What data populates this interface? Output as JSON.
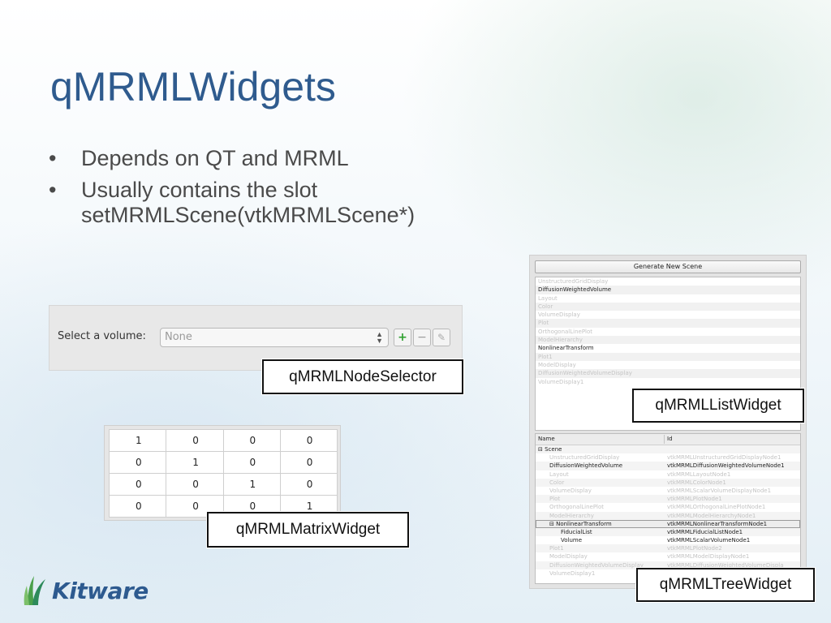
{
  "slide": {
    "title": "qMRMLWidgets",
    "bullets": [
      "Depends on QT and MRML",
      "Usually contains the slot setMRMLScene(vtkMRMLScene*)"
    ],
    "bullet_glyph": "•"
  },
  "node_selector": {
    "label": "Select a volume:",
    "value": "None",
    "add_glyph": "+",
    "remove_glyph": "−",
    "edit_glyph": "✎",
    "callout": "qMRMLNodeSelector"
  },
  "matrix_widget": {
    "rows": [
      [
        "1",
        "0",
        "0",
        "0"
      ],
      [
        "0",
        "1",
        "0",
        "0"
      ],
      [
        "0",
        "0",
        "1",
        "0"
      ],
      [
        "0",
        "0",
        "0",
        "1"
      ]
    ],
    "callout": "qMRMLMatrixWidget"
  },
  "list_widget": {
    "button_label": "Generate New Scene",
    "items": [
      {
        "label": "UnstructuredGridDisplay",
        "active": false
      },
      {
        "label": "DiffusionWeightedVolume",
        "active": true
      },
      {
        "label": "Layout",
        "active": false
      },
      {
        "label": "Color",
        "active": false
      },
      {
        "label": "VolumeDisplay",
        "active": false
      },
      {
        "label": "Plot",
        "active": false
      },
      {
        "label": "OrthogonalLinePlot",
        "active": false
      },
      {
        "label": "ModelHierarchy",
        "active": false
      },
      {
        "label": "NonlinearTransform",
        "active": true
      },
      {
        "label": "Plot1",
        "active": false
      },
      {
        "label": "ModelDisplay",
        "active": false
      },
      {
        "label": "DiffusionWeightedVolumeDisplay",
        "active": false
      },
      {
        "label": "VolumeDisplay1",
        "active": false
      }
    ],
    "callout": "qMRMLListWidget"
  },
  "tree_widget": {
    "columns": [
      "Name",
      "Id"
    ],
    "rows": [
      {
        "name": "⊟  Scene",
        "id": "",
        "depth": 0,
        "active": true
      },
      {
        "name": "UnstructuredGridDisplay",
        "id": "vtkMRMLUnstructuredGridDisplayNode1",
        "depth": 1,
        "active": false
      },
      {
        "name": "DiffusionWeightedVolume",
        "id": "vtkMRMLDiffusionWeightedVolumeNode1",
        "depth": 1,
        "active": true
      },
      {
        "name": "Layout",
        "id": "vtkMRMLLayoutNode1",
        "depth": 1,
        "active": false
      },
      {
        "name": "Color",
        "id": "vtkMRMLColorNode1",
        "depth": 1,
        "active": false
      },
      {
        "name": "VolumeDisplay",
        "id": "vtkMRMLScalarVolumeDisplayNode1",
        "depth": 1,
        "active": false
      },
      {
        "name": "Plot",
        "id": "vtkMRMLPlotNode1",
        "depth": 1,
        "active": false
      },
      {
        "name": "OrthogonalLinePlot",
        "id": "vtkMRMLOrthogonalLinePlotNode1",
        "depth": 1,
        "active": false
      },
      {
        "name": "ModelHierarchy",
        "id": "vtkMRMLModelHierarchyNode1",
        "depth": 1,
        "active": false
      },
      {
        "name": "⊟  NonlinearTransform",
        "id": "vtkMRMLNonlinearTransformNode1",
        "depth": 1,
        "active": true,
        "selected": true
      },
      {
        "name": "FiducialList",
        "id": "vtkMRMLFiducialListNode1",
        "depth": 2,
        "active": true
      },
      {
        "name": "Volume",
        "id": "vtkMRMLScalarVolumeNode1",
        "depth": 2,
        "active": true
      },
      {
        "name": "Plot1",
        "id": "vtkMRMLPlotNode2",
        "depth": 1,
        "active": false
      },
      {
        "name": "ModelDisplay",
        "id": "vtkMRMLModelDisplayNode1",
        "depth": 1,
        "active": false
      },
      {
        "name": "DiffusionWeightedVolumeDisplay",
        "id": "vtkMRMLDiffusionWeightedVolumeDispla",
        "depth": 1,
        "active": false
      },
      {
        "name": "VolumeDisplay1",
        "id": "",
        "depth": 1,
        "active": false
      }
    ],
    "callout": "qMRMLTreeWidget"
  },
  "logo": {
    "text": "Kitware",
    "colors": {
      "brand": "#2d5a8f",
      "accent": "#4aa04a"
    }
  },
  "colors": {
    "title": "#2f5b8e",
    "bullet_text": "#4a4a4a"
  }
}
